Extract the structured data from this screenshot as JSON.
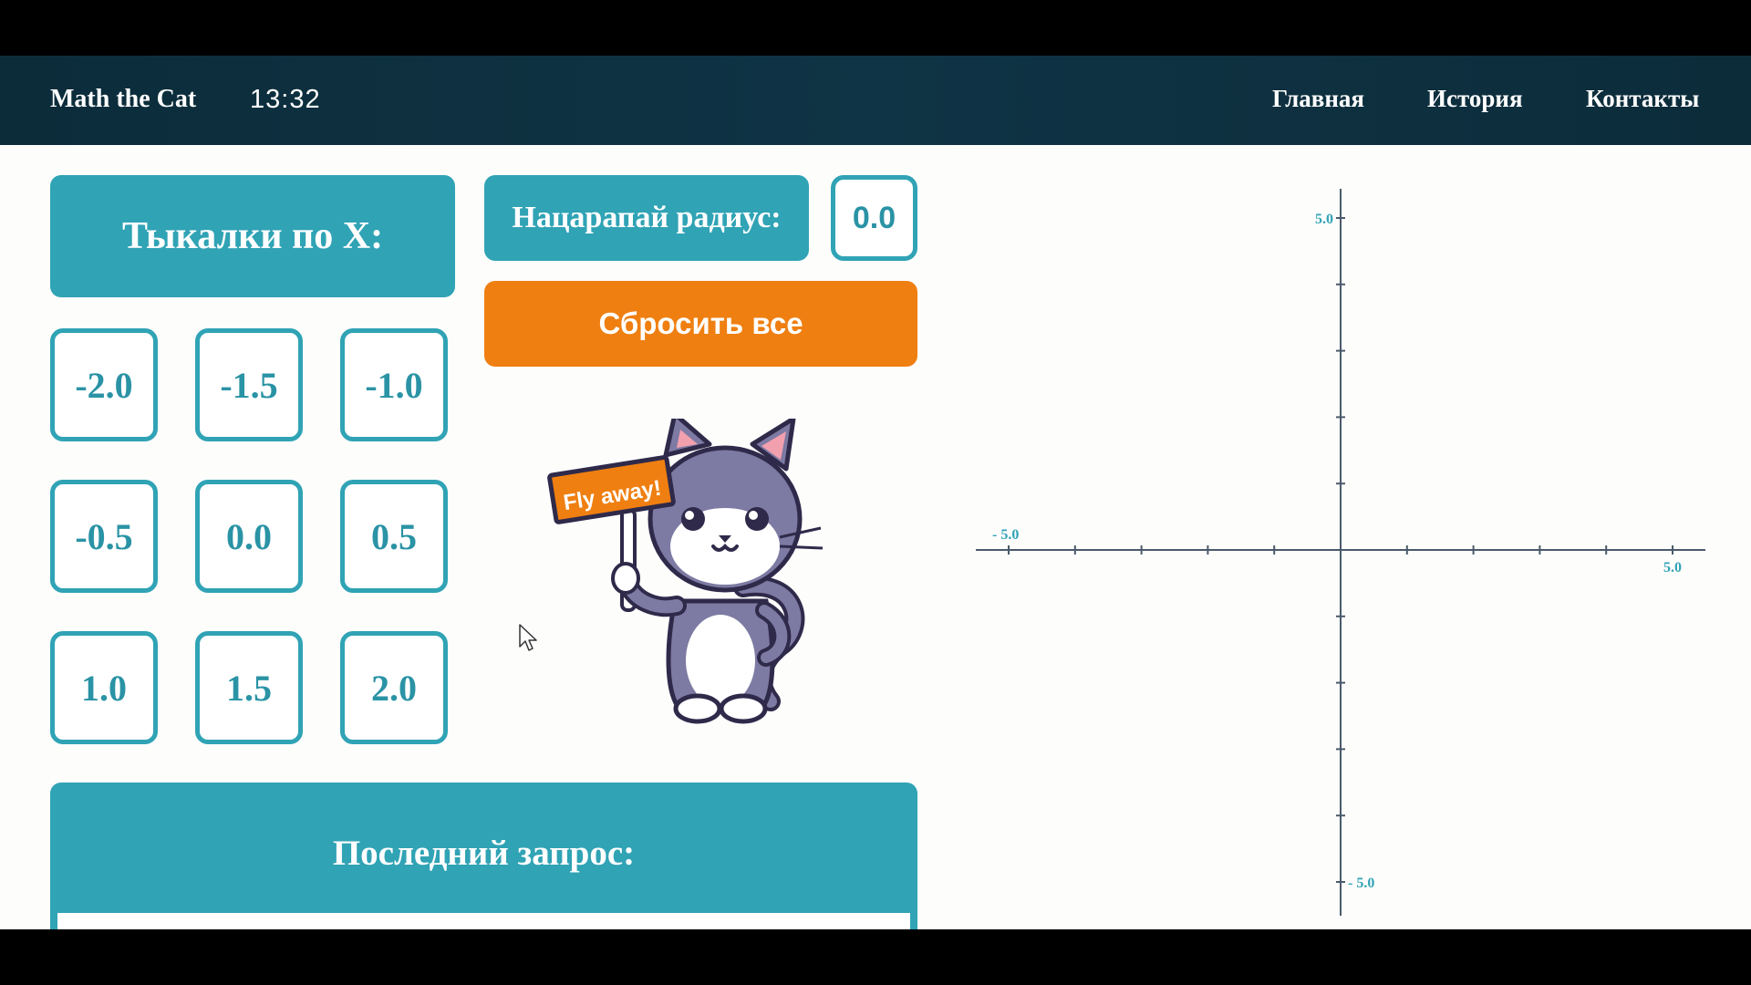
{
  "header": {
    "brand": "Math the Cat",
    "time": "13:32",
    "nav": [
      {
        "label": "Главная"
      },
      {
        "label": "История"
      },
      {
        "label": "Контакты"
      }
    ]
  },
  "x_panel": {
    "title": "Тыкалки по X:",
    "buttons": [
      "-2.0",
      "-1.5",
      "-1.0",
      "-0.5",
      "0.0",
      "0.5",
      "1.0",
      "1.5",
      "2.0"
    ]
  },
  "radius": {
    "label": "Нацарапай радиус:",
    "value": "0.0"
  },
  "reset_label": "Сбросить все",
  "cat_sign": "Fly away!",
  "last_request": {
    "title": "Последний запрос:"
  },
  "graph": {
    "label_y_top": "5.0",
    "label_x_left": "- 5.0",
    "label_x_right": "5.0",
    "label_y_bottom": "- 5.0",
    "axis_color": "#4a5a6a",
    "label_color": "#30a3b5"
  },
  "colors": {
    "accent": "#30a3b5",
    "orange": "#ef7f11",
    "header_bg": "#0f3445"
  }
}
